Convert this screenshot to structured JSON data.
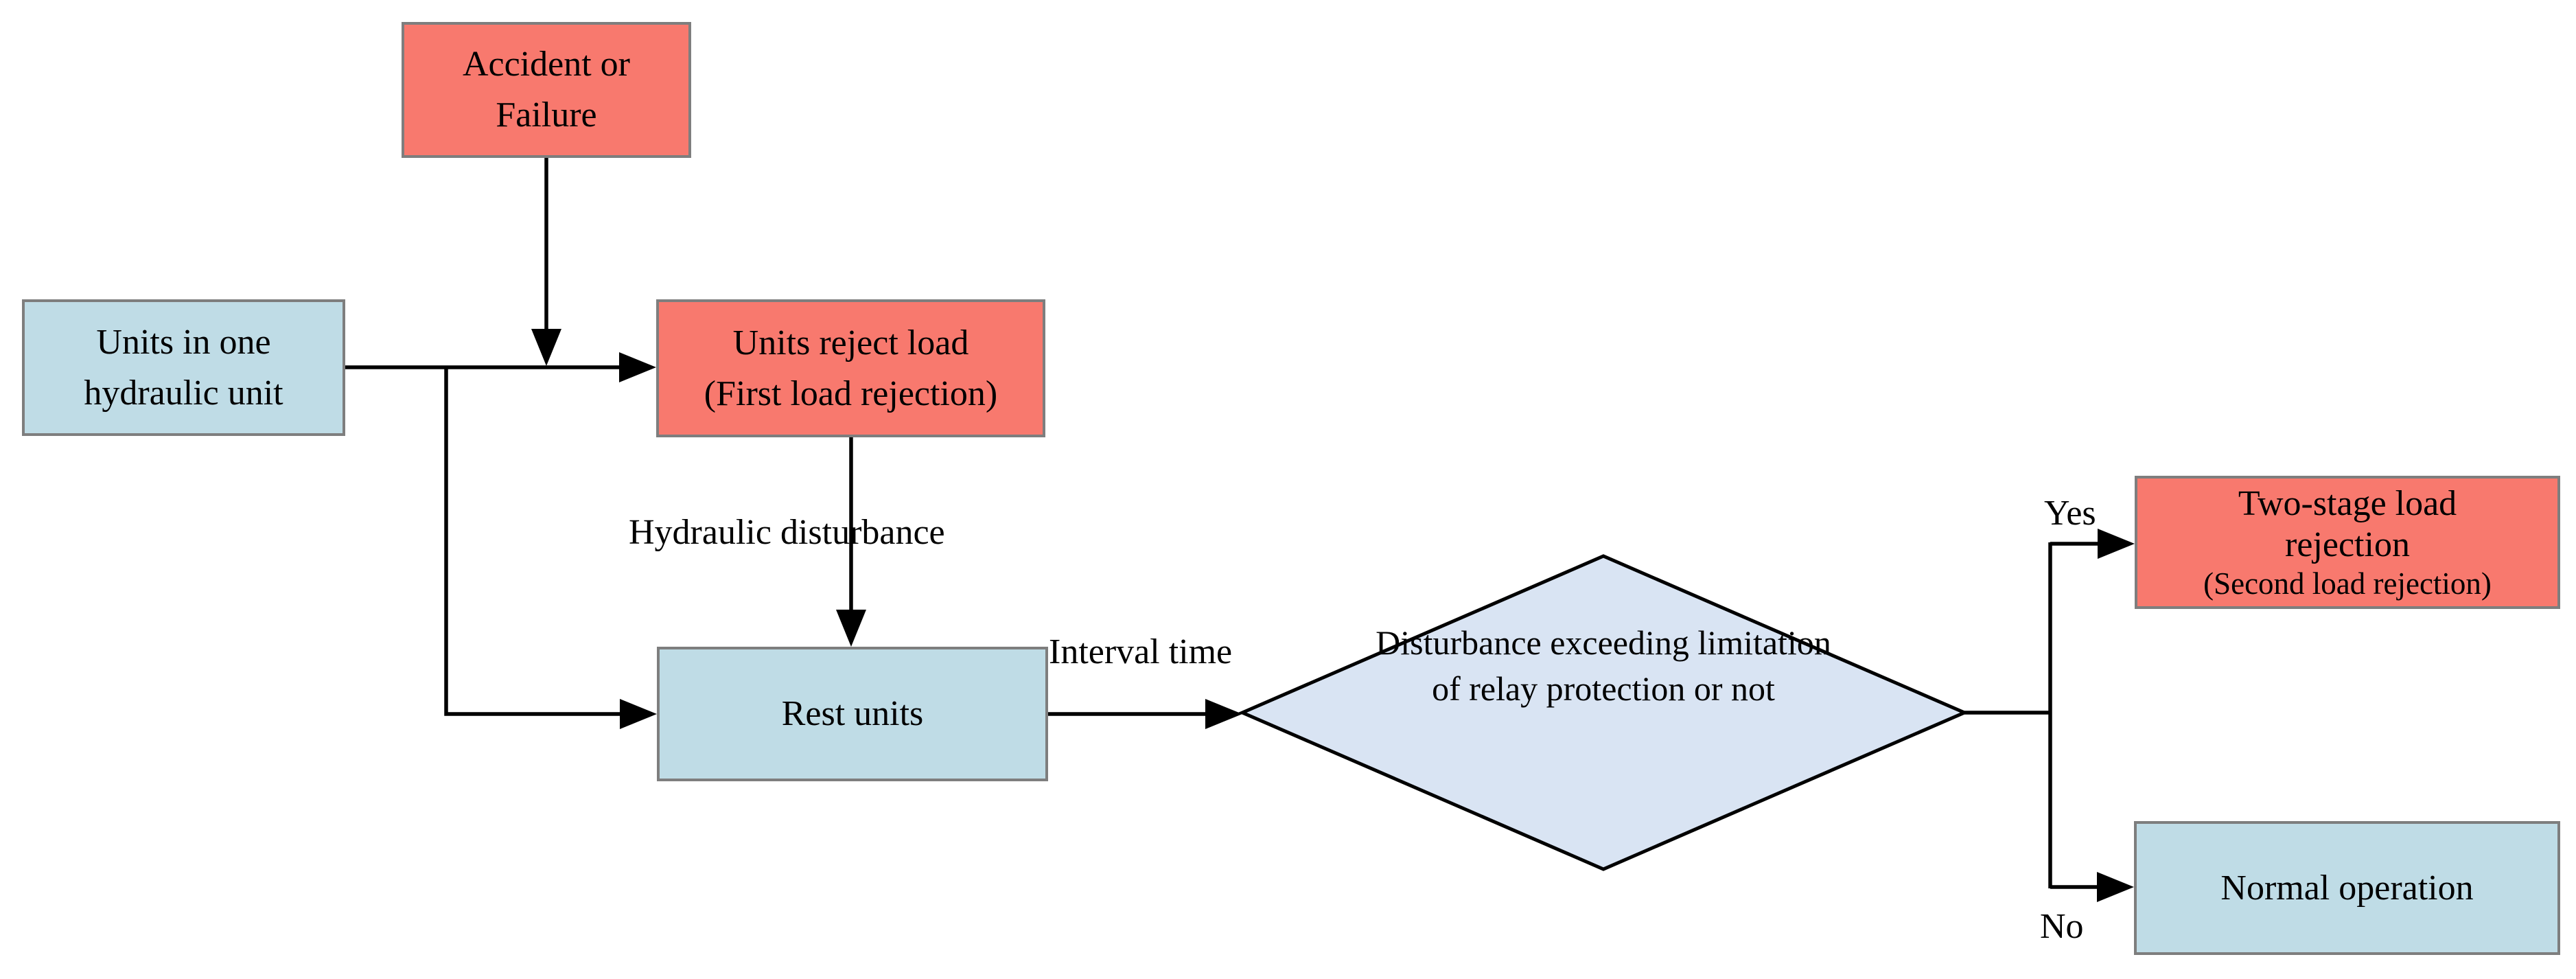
{
  "colors": {
    "event_fill": "#f8796e",
    "state_fill": "#bfdce6",
    "decision_fill": "#d9e4f3",
    "box_border": "#7e7e7e",
    "line_color": "#000000",
    "text_color": "#000000"
  },
  "nodes": {
    "accident": {
      "lines": [
        "Accident or",
        "Failure"
      ],
      "shape": "rect",
      "fill": "event"
    },
    "units_one": {
      "lines": [
        "Units in one",
        "hydraulic unit"
      ],
      "shape": "rect",
      "fill": "state"
    },
    "units_reject": {
      "lines": [
        "Units reject load",
        "(First load rejection)"
      ],
      "shape": "rect",
      "fill": "event"
    },
    "rest_units": {
      "lines": [
        "Rest units"
      ],
      "shape": "rect",
      "fill": "state"
    },
    "decision": {
      "lines": [
        "Disturbance",
        "exceeding",
        "limitation of relay",
        "protection or not"
      ],
      "shape": "diamond",
      "fill": "decision"
    },
    "two_stage": {
      "lines": [
        "Two-stage load",
        "rejection",
        "(Second load rejection)"
      ],
      "shape": "rect",
      "fill": "event"
    },
    "normal": {
      "lines": [
        "Normal operation"
      ],
      "shape": "rect",
      "fill": "state"
    }
  },
  "edge_labels": {
    "hydraulic": {
      "lines": [
        "Hydraulic",
        "disturbance"
      ]
    },
    "interval": "Interval time",
    "yes": "Yes",
    "no": "No"
  }
}
